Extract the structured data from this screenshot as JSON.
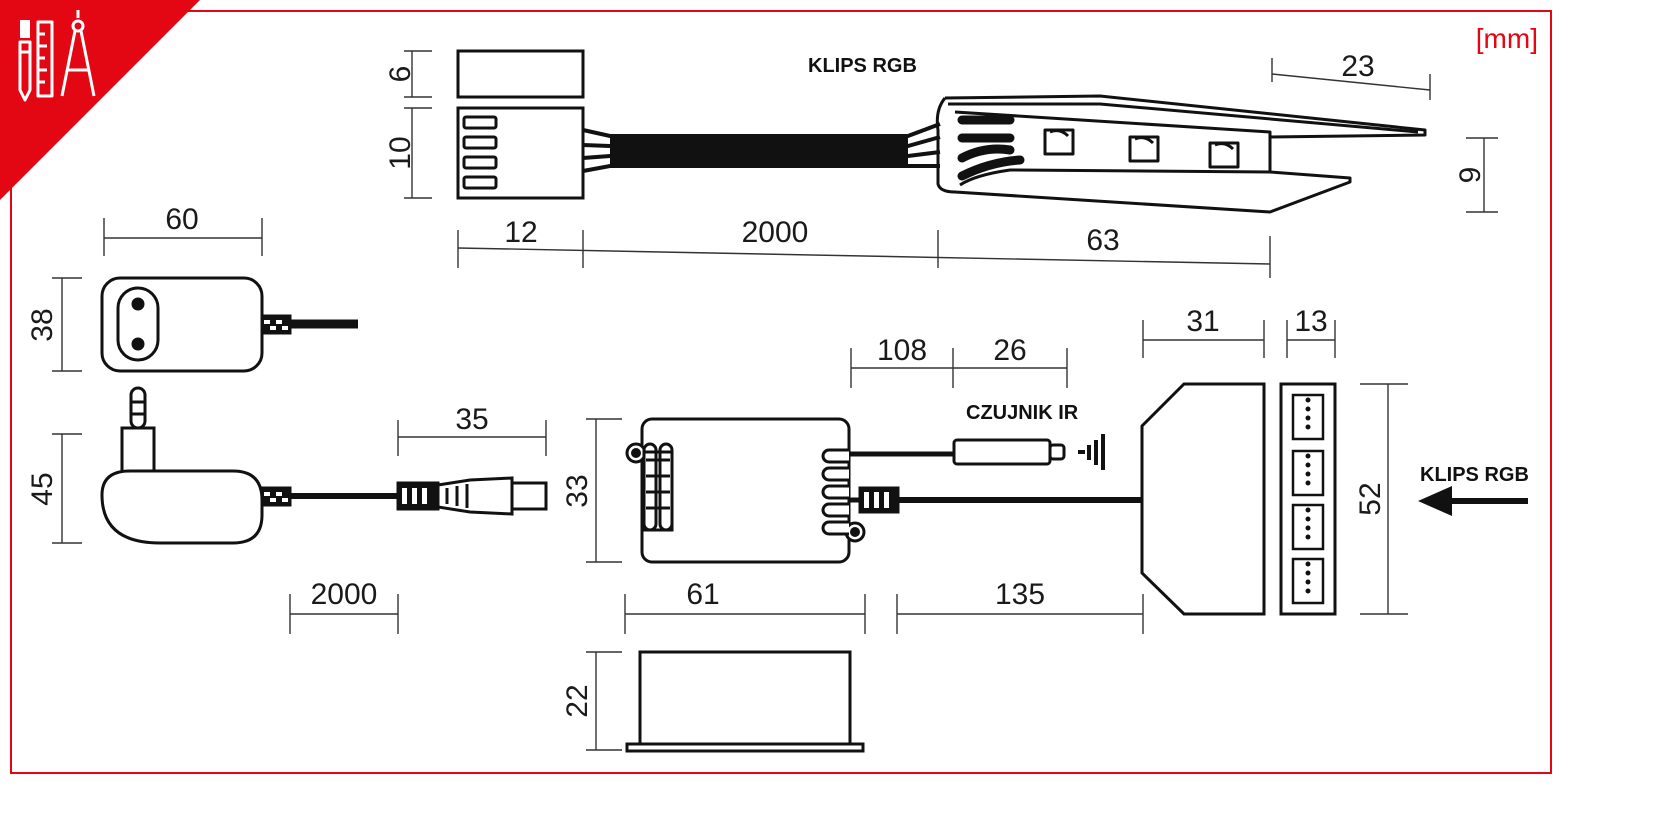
{
  "labels": {
    "unit": "[mm]",
    "klips_top": "KLIPS RGB",
    "czujnik": "CZUJNIK IR",
    "klips_right": "KLIPS RGB"
  },
  "dimensions": {
    "clip_cap_h": "6",
    "clip_body_h": "10",
    "clip_len_12": "12",
    "cable_2000_top": "2000",
    "clip_len_63": "63",
    "clip_w_23": "23",
    "clip_h_9": "9",
    "plug_w_60": "60",
    "plug_h_38": "38",
    "plug_h_45": "45",
    "dc_len_35": "35",
    "cable_2000_bottom": "2000",
    "ctrl_h_33": "33",
    "ctrl_w_61": "61",
    "ctrl_depth_22": "22",
    "ir_108": "108",
    "ir_26": "26",
    "hub_cable_135": "135",
    "hub_w_31": "31",
    "hub_w_13": "13",
    "hub_h_52": "52"
  },
  "colors": {
    "accent": "#e30613",
    "line": "#111111"
  },
  "icons": {
    "corner": "drafting-tools-icon"
  }
}
